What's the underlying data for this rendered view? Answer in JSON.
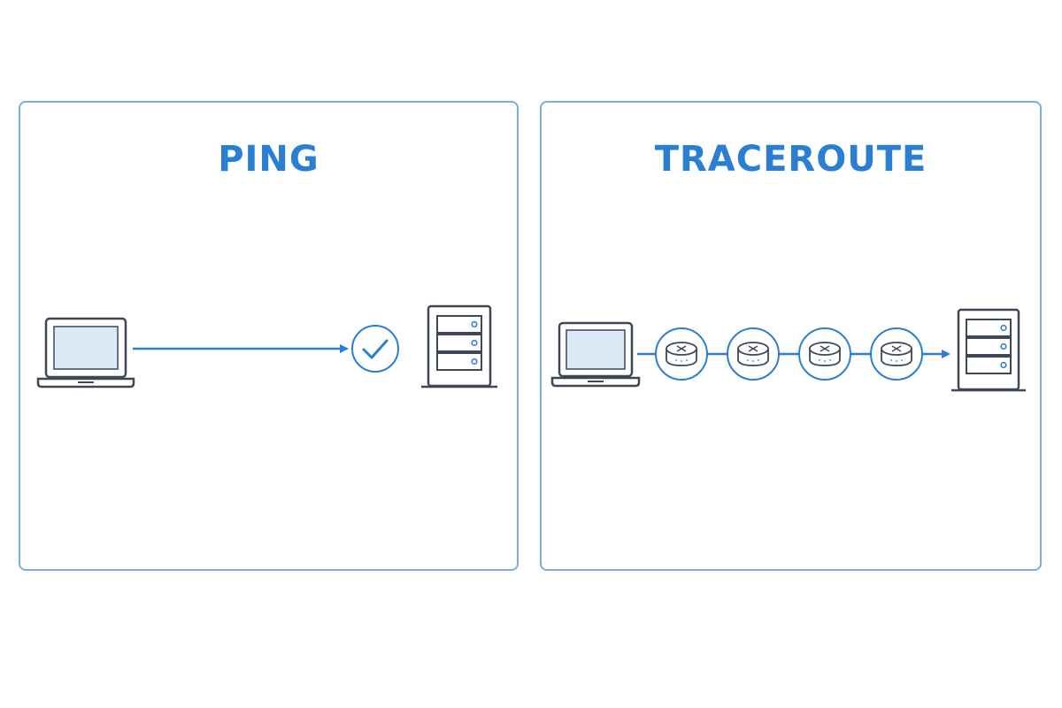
{
  "panels": {
    "ping": {
      "title": "PING",
      "icons": [
        "laptop-icon",
        "checkmark-icon",
        "server-icon"
      ]
    },
    "traceroute": {
      "title": "TRACEROUTE",
      "icons": [
        "laptop-icon",
        "router-icon",
        "router-icon",
        "router-icon",
        "router-icon",
        "server-icon"
      ],
      "hop_count": 4
    }
  },
  "colors": {
    "accent": "#2a7fd2",
    "panel_border": "#78aee4",
    "device_outline": "#3f4755",
    "screen_fill": "#dce9f7",
    "light_blue": "#7fb2e5"
  }
}
